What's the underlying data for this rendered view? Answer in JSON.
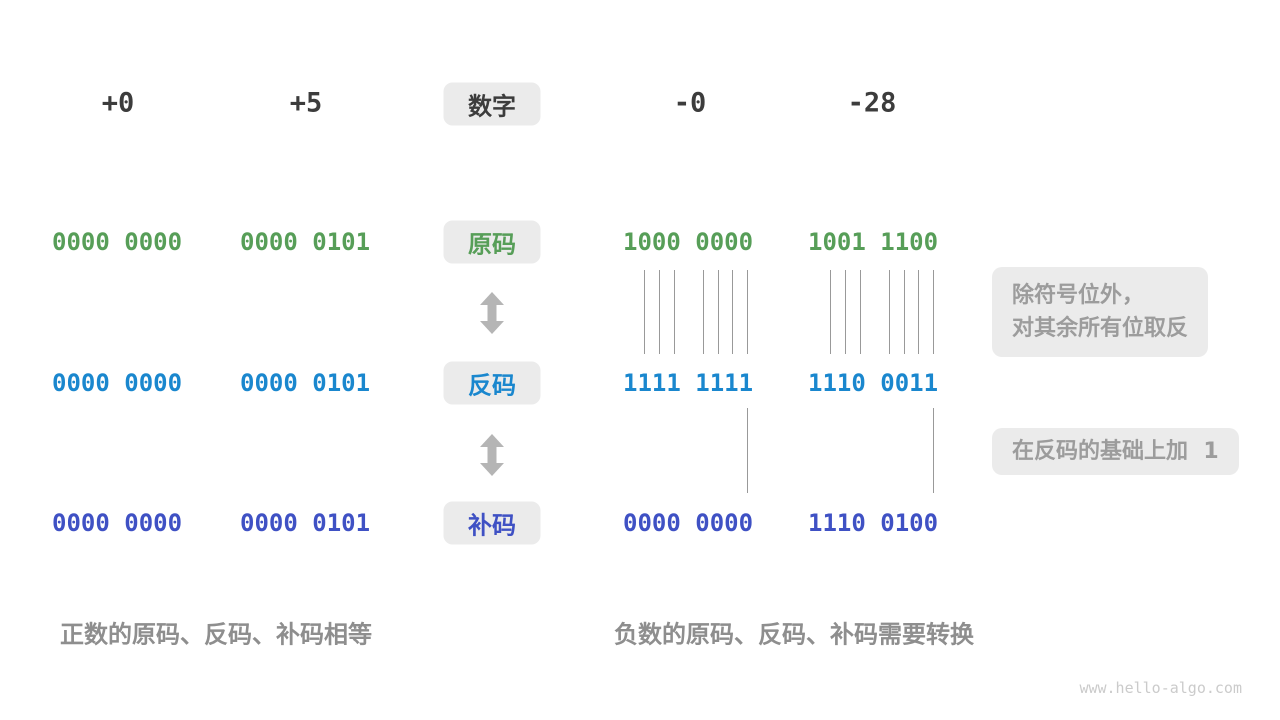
{
  "header": {
    "columns": [
      "+0",
      "+5",
      "-0",
      "-28"
    ],
    "badge": "数字"
  },
  "rows": {
    "sign_magnitude": {
      "badge": "原码",
      "values": [
        "0000 0000",
        "0000 0101",
        "1000 0000",
        "1001 1100"
      ]
    },
    "ones_complement": {
      "badge": "反码",
      "values": [
        "0000 0000",
        "0000 0101",
        "1111 1111",
        "1110 0011"
      ]
    },
    "twos_complement": {
      "badge": "补码",
      "values": [
        "0000 0000",
        "0000 0101",
        "0000 0000",
        "1110 0100"
      ]
    }
  },
  "annotations": {
    "flip_note": "除符号位外，\n对其余所有位取反",
    "add_one_note": "在反码的基础上加  1"
  },
  "captions": {
    "positive": "正数的原码、反码、补码相等",
    "negative": "负数的原码、反码、补码需要转换"
  },
  "watermark": "www.hello-algo.com",
  "colors": {
    "sign_magnitude": "#579E58",
    "ones_complement": "#1A87CE",
    "twos_complement": "#3F51C4",
    "header_text": "#3C3C3C",
    "badge_bg": "#EBEBEB",
    "note_text": "#9C9C9C",
    "caption_text": "#8E8E8E",
    "connector_line": "#999999",
    "arrow": "#B5B5B5",
    "watermark": "#CBCBCB"
  }
}
